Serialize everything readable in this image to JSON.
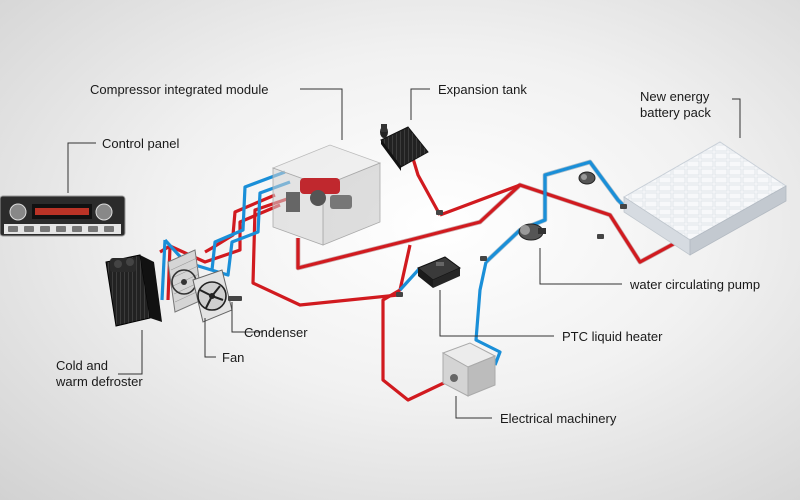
{
  "labels": {
    "compressor": "Compressor integrated module",
    "expansion_tank": "Expansion tank",
    "battery_line1": "New energy",
    "battery_line2": "battery pack",
    "control_panel": "Control panel",
    "water_pump": "water circulating pump",
    "condenser": "Condenser",
    "ptc_heater": "PTC liquid heater",
    "fan": "Fan",
    "defroster_line1": "Cold and",
    "defroster_line2": "warm defroster",
    "electrical_machinery": "Electrical machinery"
  },
  "colors": {
    "hot_pipe": "#d11a1f",
    "cold_pipe": "#1a8fd8",
    "leader_line": "#333333"
  }
}
